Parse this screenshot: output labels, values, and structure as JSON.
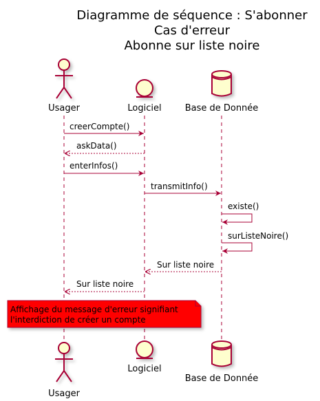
{
  "title": {
    "lines": [
      "Diagramme de séquence : S'abonner",
      "Cas d'erreur",
      "Abonne sur liste noire"
    ]
  },
  "participants": [
    {
      "id": "usager",
      "label": "Usager",
      "kind": "actor-icon"
    },
    {
      "id": "logiciel",
      "label": "Logiciel",
      "kind": "entity-icon"
    },
    {
      "id": "base",
      "label": "Base de Donnée",
      "kind": "database-icon"
    }
  ],
  "messages": [
    {
      "id": "creer-compte",
      "label": "creerCompte()",
      "style": "solid"
    },
    {
      "id": "ask-data",
      "label": "askData()",
      "style": "dashed"
    },
    {
      "id": "enter-infos",
      "label": "enterInfos()",
      "style": "solid"
    },
    {
      "id": "transmit-info",
      "label": "transmitInfo()",
      "style": "solid"
    },
    {
      "id": "existe",
      "label": "existe()",
      "style": "self"
    },
    {
      "id": "sur-liste-noire-call",
      "label": "surListeNoire()",
      "style": "self"
    },
    {
      "id": "sur-liste-noire-reply-1",
      "label": "Sur liste noire",
      "style": "dashed"
    },
    {
      "id": "sur-liste-noire-reply-2",
      "label": "Sur liste noire",
      "style": "dashed"
    }
  ],
  "note": {
    "lines": [
      "Affichage du message d'erreur signifiant",
      "l'interdiction de créer un compte"
    ]
  },
  "colors": {
    "arrow": "#A80036",
    "lifeline": "#A80036",
    "participant_fill": "#FEFECE",
    "participant_stroke": "#A80036",
    "note_fill": "#FF0000",
    "note_stroke": "#A80036"
  }
}
